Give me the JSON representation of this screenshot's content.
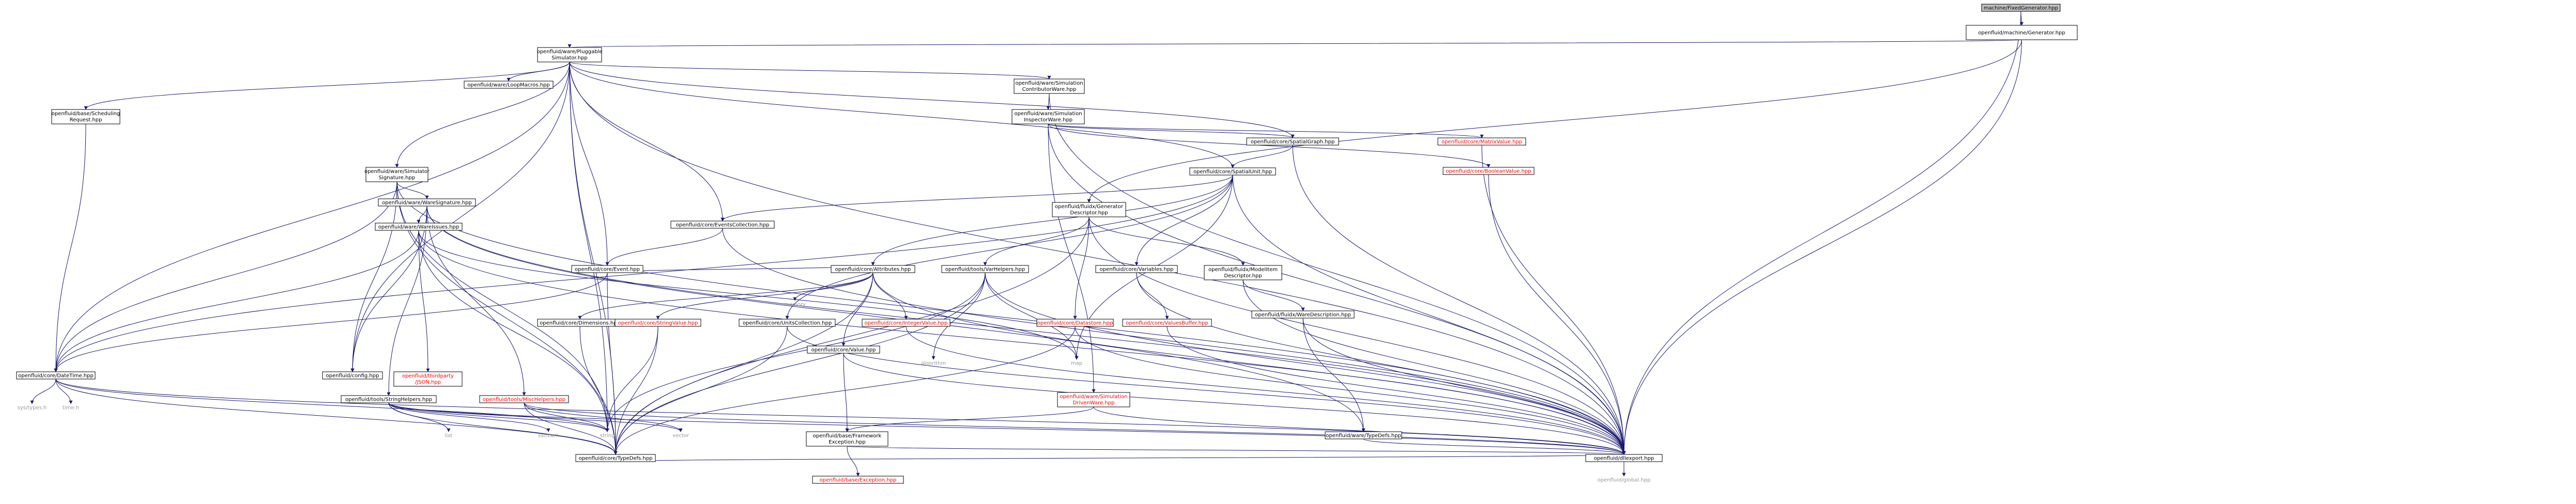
{
  "diagram": {
    "colors": {
      "edge": "#191970",
      "root_fill": "#bfbfbf",
      "node_fill": "#ffffff",
      "unresolved_border": "#bfbfbf",
      "missing_file_text": "#ff0000",
      "system_header_text": "#999999"
    },
    "nodes": [
      {
        "id": "n0",
        "lines": [
          "machine/FixedGenerator.hpp"
        ],
        "kind": "root"
      },
      {
        "id": "n1",
        "lines": [
          "openfluid/machine/Generator.hpp"
        ],
        "kind": "normal"
      },
      {
        "id": "n2",
        "lines": [
          "openfluid/ware/Pluggable",
          "Simulator.hpp"
        ],
        "kind": "normal"
      },
      {
        "id": "n3",
        "lines": [
          "openfluid/dllexport.hpp"
        ],
        "kind": "normal"
      },
      {
        "id": "n4",
        "lines": [
          "openfluid/global.hpp"
        ],
        "kind": "gray"
      },
      {
        "id": "n5",
        "lines": [
          "string"
        ],
        "kind": "gray"
      },
      {
        "id": "n6",
        "lines": [
          "openfluid/base/Scheduling",
          "Request.hpp"
        ],
        "kind": "normal"
      },
      {
        "id": "n7",
        "lines": [
          "openfluid/core/DateTime.hpp"
        ],
        "kind": "normal"
      },
      {
        "id": "n8",
        "lines": [
          "sys/types.h"
        ],
        "kind": "gray"
      },
      {
        "id": "n9",
        "lines": [
          "time.h"
        ],
        "kind": "gray"
      },
      {
        "id": "n10",
        "lines": [
          "openfluid/core/TypeDefs.hpp"
        ],
        "kind": "normal"
      },
      {
        "id": "n11",
        "lines": [
          "openfluid/ware/Simulator",
          "Signature.hpp"
        ],
        "kind": "normal"
      },
      {
        "id": "n12",
        "lines": [
          "openfluid/ware/WareSignature.hpp"
        ],
        "kind": "normal"
      },
      {
        "id": "n13",
        "lines": [
          "openfluid/ware/TypeDefs.hpp"
        ],
        "kind": "normal"
      },
      {
        "id": "n14",
        "lines": [
          "openfluid/config.hpp"
        ],
        "kind": "normal"
      },
      {
        "id": "n15",
        "lines": [
          "openfluid/ware/WareIssues.hpp"
        ],
        "kind": "normal"
      },
      {
        "id": "n16",
        "lines": [
          "openfluid/thirdparty",
          "/JSON.hpp"
        ],
        "kind": "red"
      },
      {
        "id": "n17",
        "lines": [
          "openfluid/tools/StringHelpers.hpp"
        ],
        "kind": "normal"
      },
      {
        "id": "n18",
        "lines": [
          "openfluid/tools/MiscHelpers.hpp"
        ],
        "kind": "red"
      },
      {
        "id": "n19",
        "lines": [
          "list"
        ],
        "kind": "gray"
      },
      {
        "id": "n20",
        "lines": [
          "sstream"
        ],
        "kind": "gray"
      },
      {
        "id": "n21",
        "lines": [
          "vector"
        ],
        "kind": "gray"
      },
      {
        "id": "n22",
        "lines": [
          "openfluid/ware/LoopMacros.hpp"
        ],
        "kind": "normal"
      },
      {
        "id": "n23",
        "lines": [
          "openfluid/ware/Simulation",
          "ContributorWare.hpp"
        ],
        "kind": "normal"
      },
      {
        "id": "n24",
        "lines": [
          "openfluid/ware/Simulation",
          "InspectorWare.hpp"
        ],
        "kind": "normal"
      },
      {
        "id": "n25",
        "lines": [
          "openfluid/core/SpatialGraph.hpp"
        ],
        "kind": "normal"
      },
      {
        "id": "n26",
        "lines": [
          "openfluid/core/SpatialUnit.hpp"
        ],
        "kind": "normal"
      },
      {
        "id": "n27",
        "lines": [
          "openfluid/core/MatrixValue.hpp"
        ],
        "kind": "red"
      },
      {
        "id": "n28",
        "lines": [
          "openfluid/core/BooleanValue.hpp"
        ],
        "kind": "red"
      },
      {
        "id": "n29",
        "lines": [
          "openfluid/fluidx/Generator",
          "Descriptor.hpp"
        ],
        "kind": "normal"
      },
      {
        "id": "n30",
        "lines": [
          "openfluid/core/EventsCollection.hpp"
        ],
        "kind": "normal"
      },
      {
        "id": "n31",
        "lines": [
          "openfluid/core/Event.hpp"
        ],
        "kind": "normal"
      },
      {
        "id": "n32",
        "lines": [
          "openfluid/core/Attributes.hpp"
        ],
        "kind": "normal"
      },
      {
        "id": "n33",
        "lines": [
          "openfluid/core/Variables.hpp"
        ],
        "kind": "normal"
      },
      {
        "id": "n34",
        "lines": [
          "openfluid/tools/VarHelpers.hpp"
        ],
        "kind": "normal"
      },
      {
        "id": "n35",
        "lines": [
          "openfluid/core/Datastore.hpp"
        ],
        "kind": "red"
      },
      {
        "id": "n36",
        "lines": [
          "openfluid/fluidx/ModelItem",
          "Descriptor.hpp"
        ],
        "kind": "normal"
      },
      {
        "id": "n37",
        "lines": [
          "openfluid/fluidx/WareDescription.hpp"
        ],
        "kind": "normal"
      },
      {
        "id": "n38",
        "lines": [
          "openfluid/core/ValuesBuffer.hpp"
        ],
        "kind": "red"
      },
      {
        "id": "n39",
        "lines": [
          "openfluid/ware/Simulation",
          "DrivenWare.hpp"
        ],
        "kind": "red"
      },
      {
        "id": "n40",
        "lines": [
          "openfluid/core/Dimensions.hpp"
        ],
        "kind": "normal"
      },
      {
        "id": "n41",
        "lines": [
          "openfluid/core/StringValue.hpp"
        ],
        "kind": "red"
      },
      {
        "id": "n42",
        "lines": [
          "openfluid/core/UnitsCollection.hpp"
        ],
        "kind": "normal"
      },
      {
        "id": "n43",
        "lines": [
          "memory"
        ],
        "kind": "gray"
      },
      {
        "id": "n44",
        "lines": [
          "openfluid/core/Value.hpp"
        ],
        "kind": "normal"
      },
      {
        "id": "n45",
        "lines": [
          "openfluid/core/IntegerValue.hpp"
        ],
        "kind": "red"
      },
      {
        "id": "n46",
        "lines": [
          "algorithm"
        ],
        "kind": "gray"
      },
      {
        "id": "n47",
        "lines": [
          "map"
        ],
        "kind": "gray"
      },
      {
        "id": "n48",
        "lines": [
          "openfluid/base/Framework",
          "Exception.hpp"
        ],
        "kind": "normal"
      },
      {
        "id": "n49",
        "lines": [
          "openfluid/base/Exception.hpp"
        ],
        "kind": "red"
      }
    ]
  }
}
